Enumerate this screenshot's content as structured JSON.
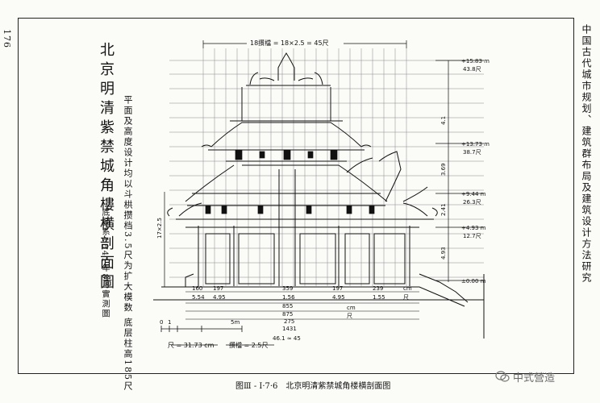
{
  "page_number": "176",
  "sidebar_text": "中国古代城市规划、建筑群布局及建筑设计方法研究",
  "title": {
    "main": "北京明清紫禁城角樓横剖面圖",
    "note": "平面及高度设计均以斗栱攒档3.5尺为扩大模数 底层柱高185尺",
    "survey": "底圖系1941年8月實測圖"
  },
  "top_dimension": "18攢檔 = 18×2.5 = 45尺",
  "elevations": [
    {
      "m": "+15.83 m",
      "chi": "43.8尺"
    },
    {
      "m": "+13.73 m",
      "chi": "38.7尺"
    },
    {
      "m": "+9.44 m",
      "chi": "26.3尺"
    },
    {
      "m": "+4.93 m",
      "chi": "12.7尺"
    },
    {
      "m": "±0.00 m",
      "chi": ""
    }
  ],
  "vertical_dims": [
    "4.1",
    "3.69",
    "2.41",
    "4.93"
  ],
  "left_vertical_dim": "17×2.5",
  "bottom_dims": {
    "row1": [
      "160",
      "197",
      "359",
      "197",
      "239"
    ],
    "row2": [
      "5.54",
      "4.95",
      "1.56",
      "4.95",
      "1.55"
    ],
    "row3": [
      "855",
      "875"
    ],
    "row4": [
      "275",
      "1431"
    ],
    "total": "46.1 ≈ 45",
    "units": [
      "cm",
      "尺",
      "cm",
      "尺"
    ]
  },
  "scale_bar": {
    "zero": "0",
    "one": "1",
    "five": "5m"
  },
  "legend": {
    "chi": "尺 = 31.73 cm",
    "dou": "攢檔 = 2.5尺"
  },
  "caption": "图Ⅲ - Ⅰ·7·6　北京明清紫禁城角楼横剖面图",
  "watermark": "中式營造"
}
